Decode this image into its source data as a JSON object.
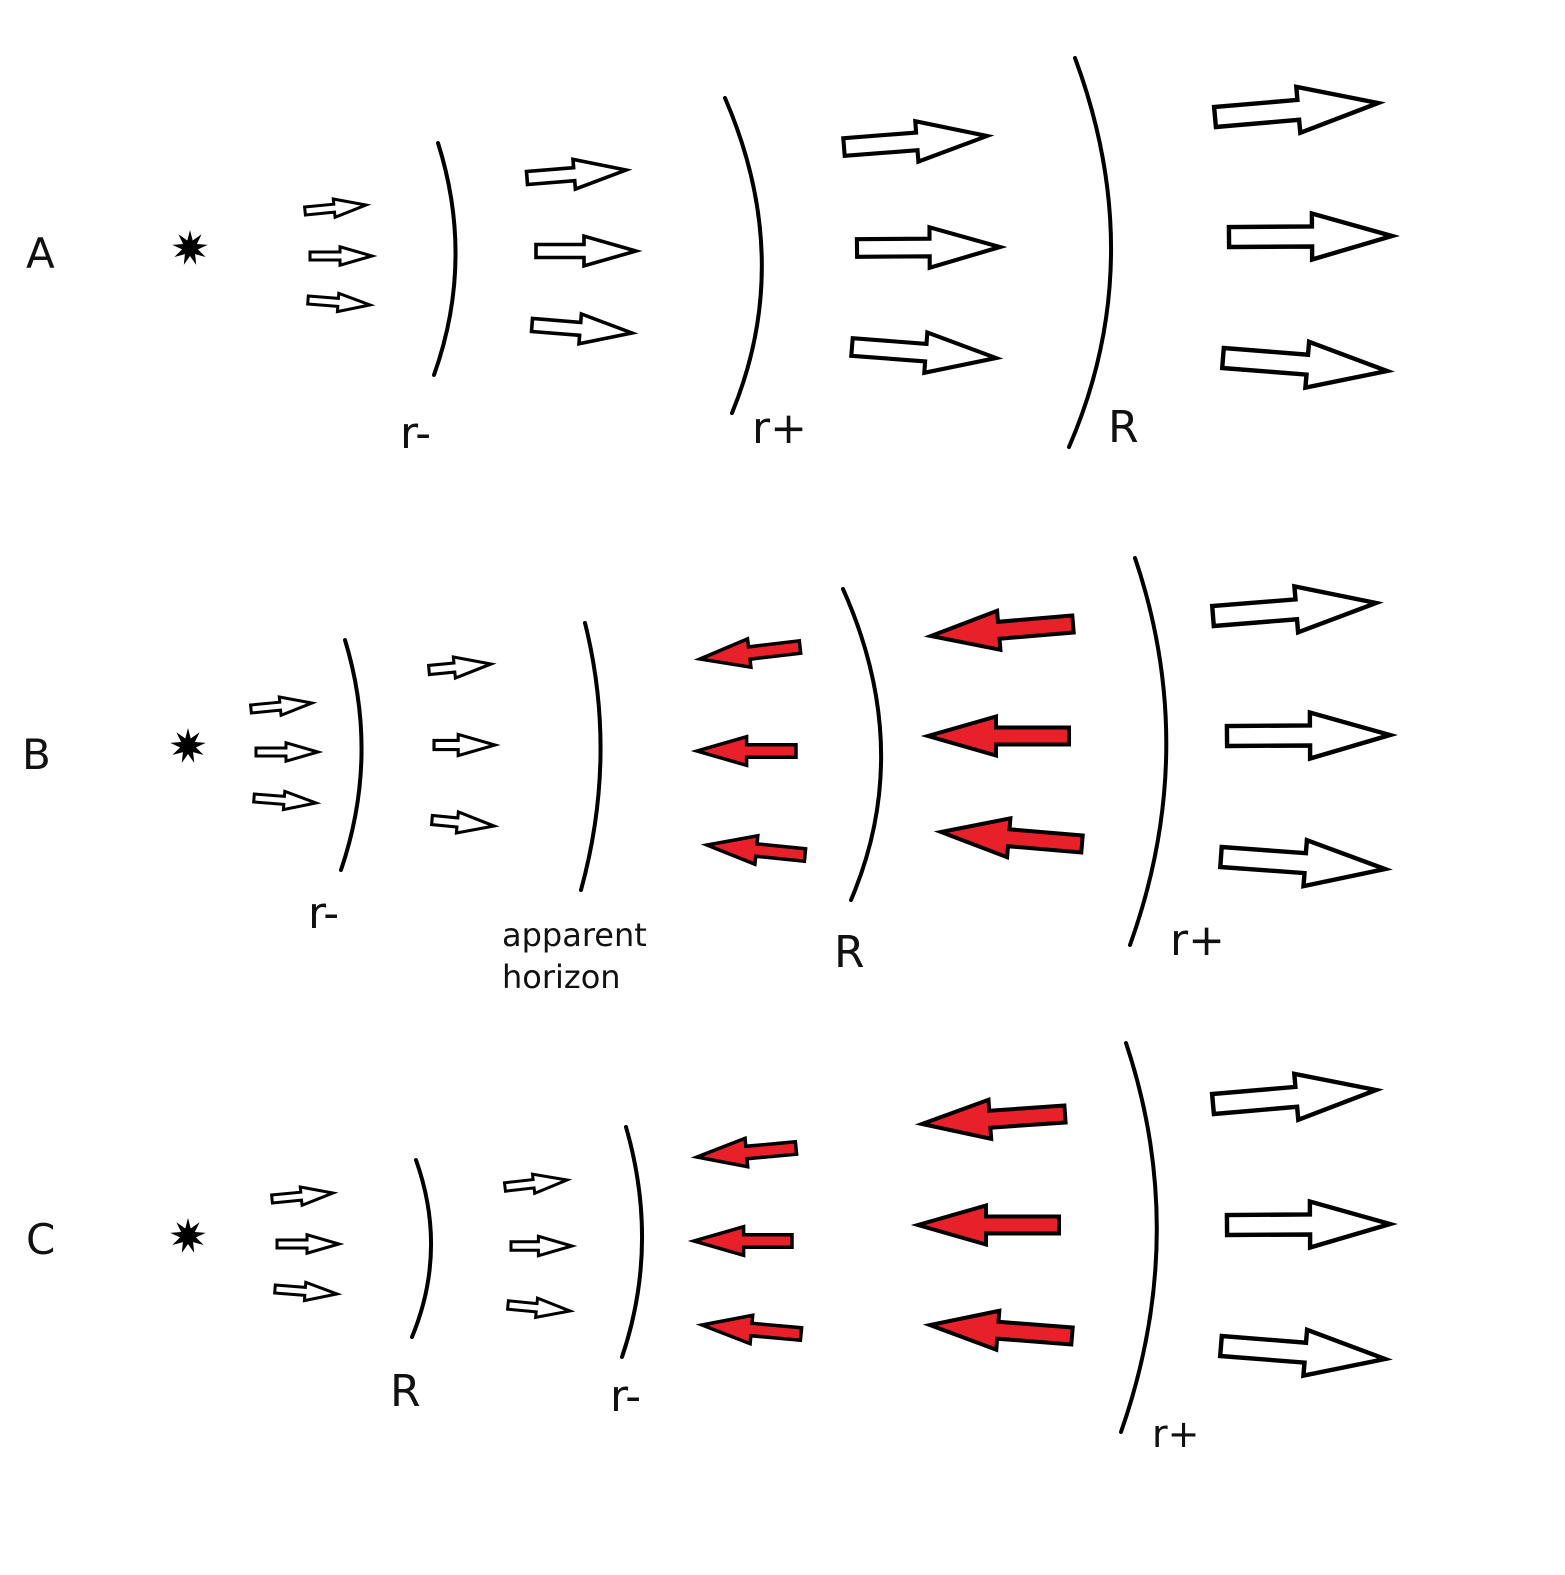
{
  "colors": {
    "outgoing_fill": "#ffffff",
    "ingoing_fill": "#e8202a",
    "stroke": "#000000"
  },
  "icons": {
    "source": "starburst-icon"
  },
  "panels": [
    {
      "label": "A",
      "boundaries": [
        {
          "label": "r-"
        },
        {
          "label": "r+"
        },
        {
          "label": "R"
        }
      ],
      "note": []
    },
    {
      "label": "B",
      "boundaries": [
        {
          "label": "r-"
        },
        {
          "label": ""
        },
        {
          "label": "R"
        },
        {
          "label": "r+"
        }
      ],
      "note": [
        "apparent",
        "horizon"
      ]
    },
    {
      "label": "C",
      "boundaries": [
        {
          "label": "R"
        },
        {
          "label": "r-"
        },
        {
          "label": "r+"
        }
      ],
      "note": []
    }
  ]
}
